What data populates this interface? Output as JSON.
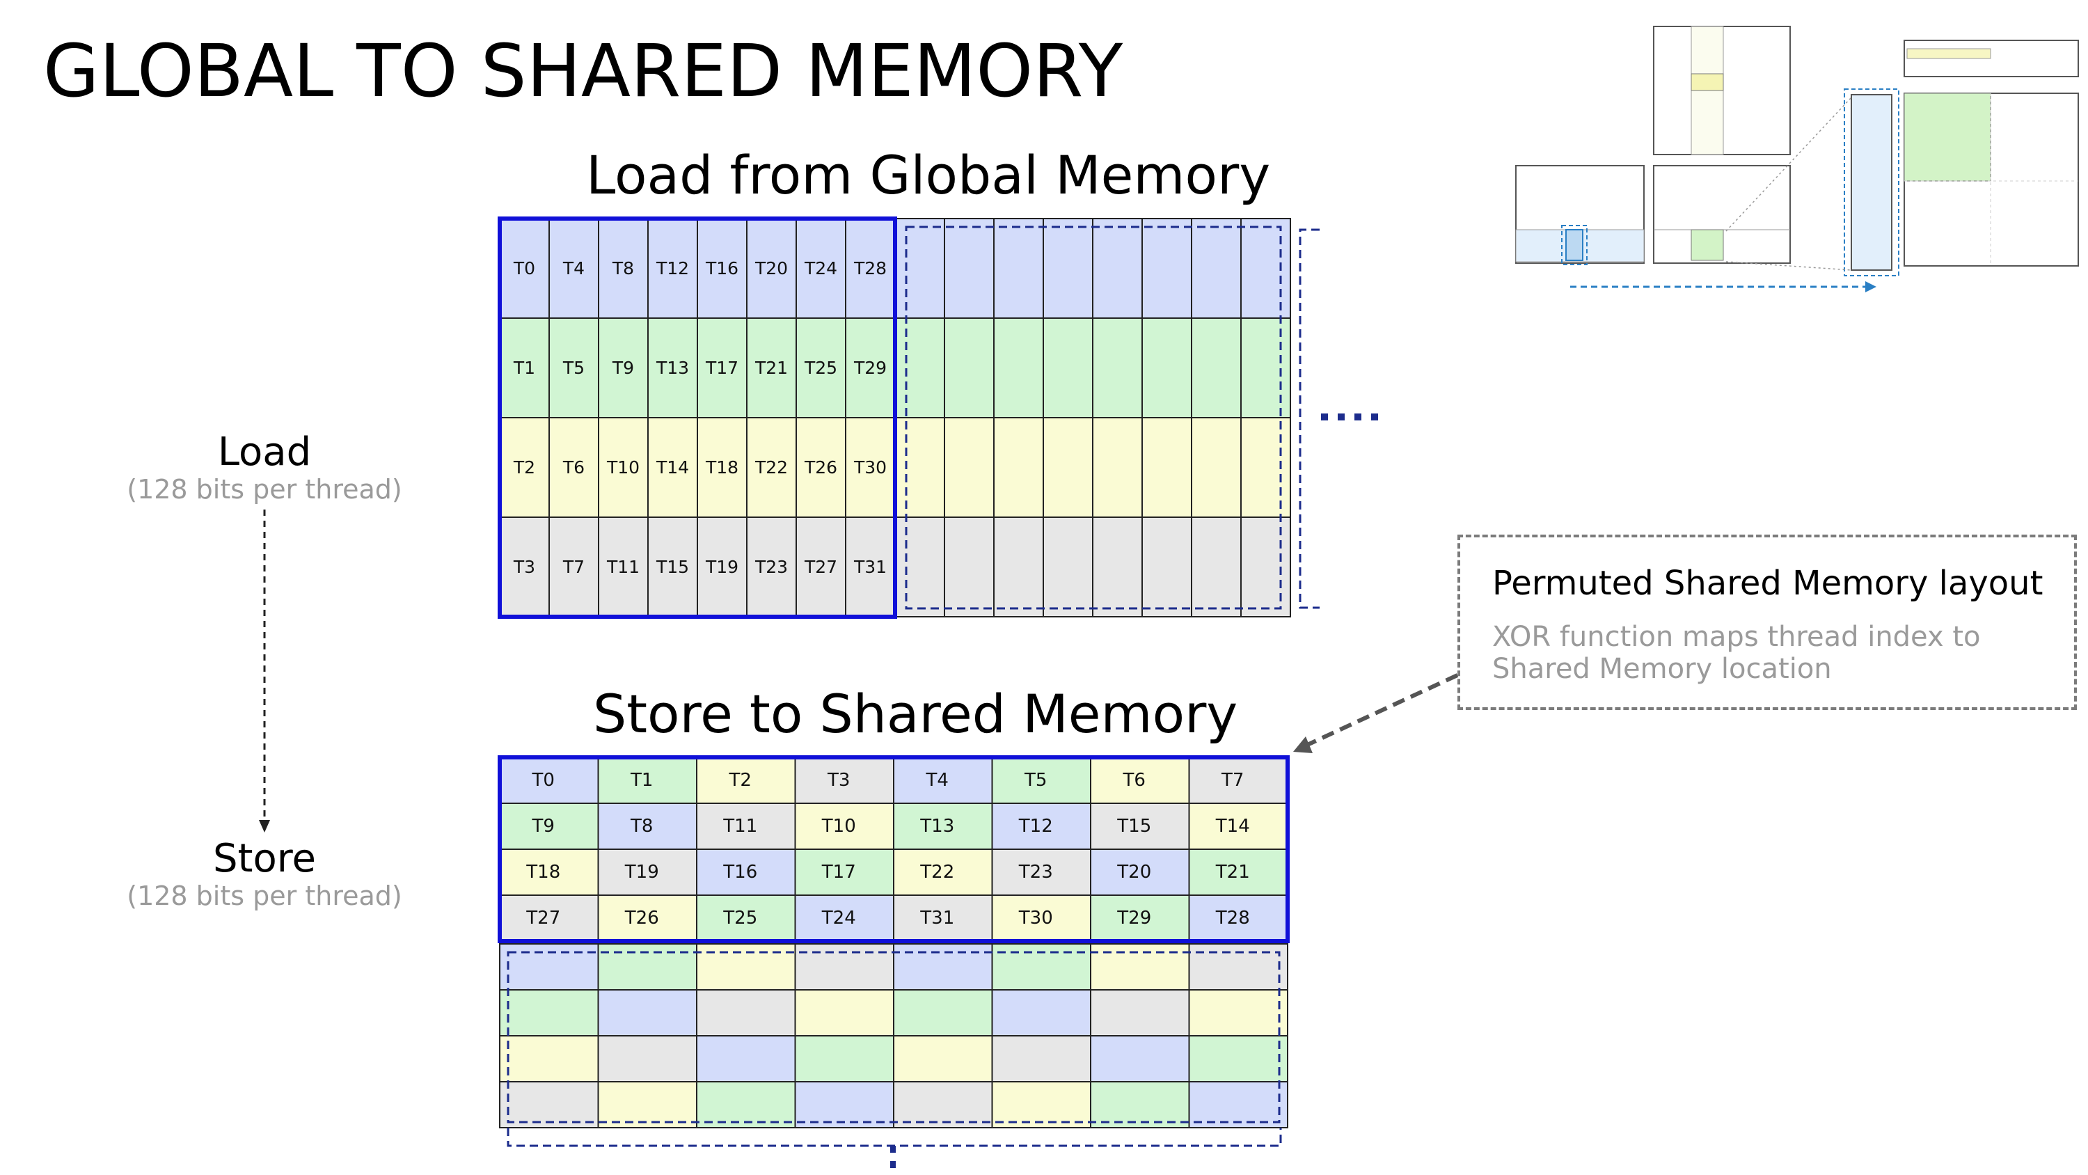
{
  "title": "GLOBAL TO SHARED MEMORY",
  "load_heading": "Load from Global Memory",
  "store_heading": "Store to Shared Memory",
  "load_label": "Load",
  "load_sub": "(128 bits per thread)",
  "store_label": "Store",
  "store_sub": "(128 bits per thread)",
  "callout": {
    "title": "Permuted Shared Memory layout",
    "body": "XOR function maps thread index to Shared Memory location"
  },
  "colors": {
    "blue": "#d3dcfa",
    "green": "#d1f5d3",
    "yellow": "#fafbd4",
    "gray": "#e7e7e7",
    "highlight_border": "#1010d8",
    "dash_border": "#1c2c8c",
    "arrow": "#555555",
    "thumb_blue": "#2a7fc4"
  },
  "load_grid": {
    "row_colors": [
      "blue",
      "green",
      "yellow",
      "gray"
    ],
    "rows": [
      [
        "T0",
        "T4",
        "T8",
        "T12",
        "T16",
        "T20",
        "T24",
        "T28"
      ],
      [
        "T1",
        "T5",
        "T9",
        "T13",
        "T17",
        "T21",
        "T25",
        "T29"
      ],
      [
        "T2",
        "T6",
        "T10",
        "T14",
        "T18",
        "T22",
        "T26",
        "T30"
      ],
      [
        "T3",
        "T7",
        "T11",
        "T15",
        "T19",
        "T23",
        "T27",
        "T31"
      ]
    ],
    "extra_columns": 8
  },
  "store_grid": {
    "rows": [
      [
        "T0",
        "T1",
        "T2",
        "T3",
        "T4",
        "T5",
        "T6",
        "T7"
      ],
      [
        "T9",
        "T8",
        "T11",
        "T10",
        "T13",
        "T12",
        "T15",
        "T14"
      ],
      [
        "T18",
        "T19",
        "T16",
        "T17",
        "T22",
        "T23",
        "T20",
        "T21"
      ],
      [
        "T27",
        "T26",
        "T25",
        "T24",
        "T31",
        "T30",
        "T29",
        "T28"
      ]
    ],
    "cell_colors": [
      [
        "blue",
        "green",
        "yellow",
        "gray",
        "blue",
        "green",
        "yellow",
        "gray"
      ],
      [
        "green",
        "blue",
        "gray",
        "yellow",
        "green",
        "blue",
        "gray",
        "yellow"
      ],
      [
        "yellow",
        "gray",
        "blue",
        "green",
        "yellow",
        "gray",
        "blue",
        "green"
      ],
      [
        "gray",
        "yellow",
        "green",
        "blue",
        "gray",
        "yellow",
        "green",
        "blue"
      ]
    ],
    "extra_rows": 4
  }
}
